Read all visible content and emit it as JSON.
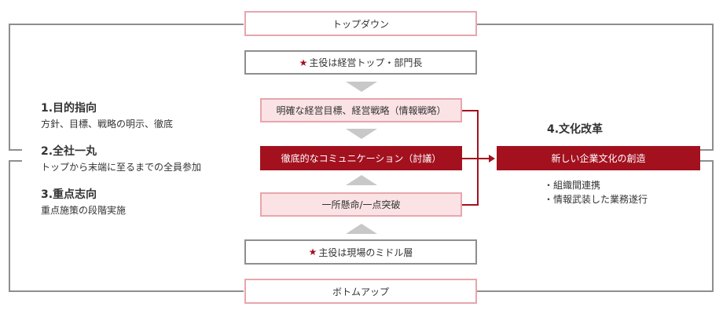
{
  "top_label": "トップダウン",
  "bottom_label": "ボトムアップ",
  "flow": {
    "leaders_star": "★",
    "leaders_text": "主役は経営トップ・部門長",
    "goals": "明確な経営目標、経営戦略（情報戦略）",
    "communication": "徹底的なコミュニケーション（討議）",
    "commitment": "一所懸命/一点突破",
    "middle_star": "★",
    "middle_text": "主役は現場のミドル層"
  },
  "principles": [
    {
      "title": "1.目的指向",
      "desc": "方針、目標、戦略の明示、徹底"
    },
    {
      "title": "2.全社一丸",
      "desc": "トップから末端に至るまでの全員参加"
    },
    {
      "title": "3.重点志向",
      "desc": "重点施策の段階実施"
    }
  ],
  "culture": {
    "title": "4.文化改革",
    "box": "新しい企業文化の創造",
    "bullets": [
      "・組織間連携",
      "・情報武装した業務遂行"
    ]
  },
  "colors": {
    "accent_red": "#a3111f",
    "pink_border": "#e7a6ac",
    "pink_fill": "#fbe3e5",
    "gray_frame": "#8e8e8e",
    "arrow_gray": "#c8c8c8"
  }
}
